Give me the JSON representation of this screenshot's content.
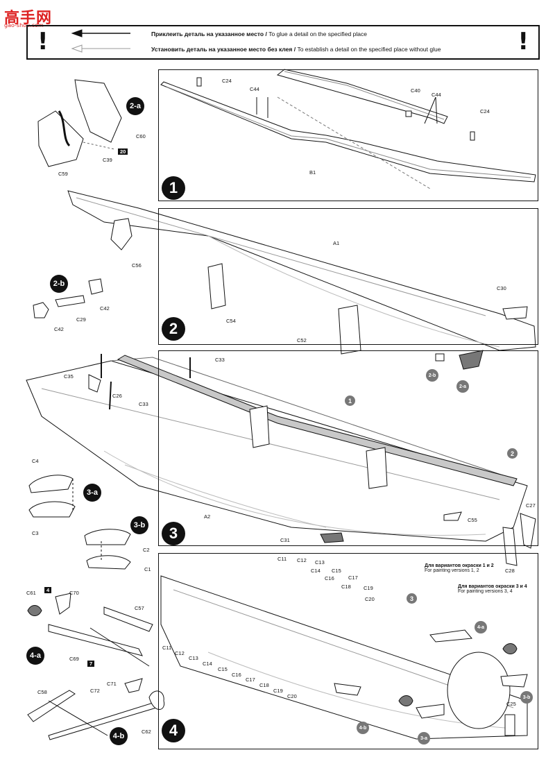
{
  "watermark": {
    "main": "高手网",
    "sub": "gao-shou.com"
  },
  "header": {
    "glue_ru": "Приклеить деталь на указанное место",
    "glue_sep": "/",
    "glue_en": "To glue a detail on the specified place",
    "noglue_ru": "Установить деталь на указанное место без клея",
    "noglue_sep": "/",
    "noglue_en": "To establish a detail on the specified place without glue",
    "excl": "!"
  },
  "steps": {
    "s1": "1",
    "s2": "2",
    "s3": "3",
    "s4": "4"
  },
  "substeps": {
    "a2": "2-a",
    "b2": "2-b",
    "a3": "3-a",
    "b3": "3-b",
    "a4": "4-a",
    "b4": "4-b"
  },
  "refs": {
    "r1": "1",
    "r2": "2",
    "r3": "3",
    "r2b": "2-b",
    "r2a": "2-a",
    "r4a": "4-a",
    "r4b": "4-b",
    "r3a": "3-a",
    "r3b": "3-b"
  },
  "flags": {
    "f20": "20",
    "f7": "7",
    "f4": "4"
  },
  "notes": {
    "v12_ru": "Для вариантов окраски 1 и 2",
    "v12_en": "For painting versions  1, 2",
    "v34_ru": "Для вариантов окраски 3 и 4",
    "v34_en": "For painting versions  3, 4"
  },
  "labels": {
    "c24a": "C24",
    "c44a": "C44",
    "c40": "C40",
    "c44b": "C44",
    "c24b": "C24",
    "b1": "B1",
    "c60": "C60",
    "c39": "C39",
    "c59": "C59",
    "c56": "C56",
    "a1": "A1",
    "c54": "C54",
    "c52": "C52",
    "c30": "C30",
    "c42a": "C42",
    "c29": "C29",
    "c42b": "C42",
    "c33a": "C33",
    "c35": "C35",
    "c26": "C26",
    "c33b": "C33",
    "a2": "A2",
    "c55": "C55",
    "c31": "C31",
    "c27": "C27",
    "c28": "C28",
    "c4": "C4",
    "c3": "C3",
    "c2": "C2",
    "c1": "C1",
    "c11t": "C11",
    "c12t": "C12",
    "c13t": "C13",
    "c14t": "C14",
    "c15t": "C15",
    "c16t": "C16",
    "c17t": "C17",
    "c18t": "C18",
    "c19t": "C19",
    "c20t": "C20",
    "c11b": "C11",
    "c12b": "C12",
    "c13b": "C13",
    "c14b": "C14",
    "c15b": "C15",
    "c16b": "C16",
    "c17b": "C17",
    "c18b": "C18",
    "c19b": "C19",
    "c20b": "C20",
    "c61": "C61",
    "c70": "C70",
    "c57": "C57",
    "c69": "C69",
    "c58": "C58",
    "c72": "C72",
    "c71": "C71",
    "c62": "C62",
    "c25": "C25"
  }
}
